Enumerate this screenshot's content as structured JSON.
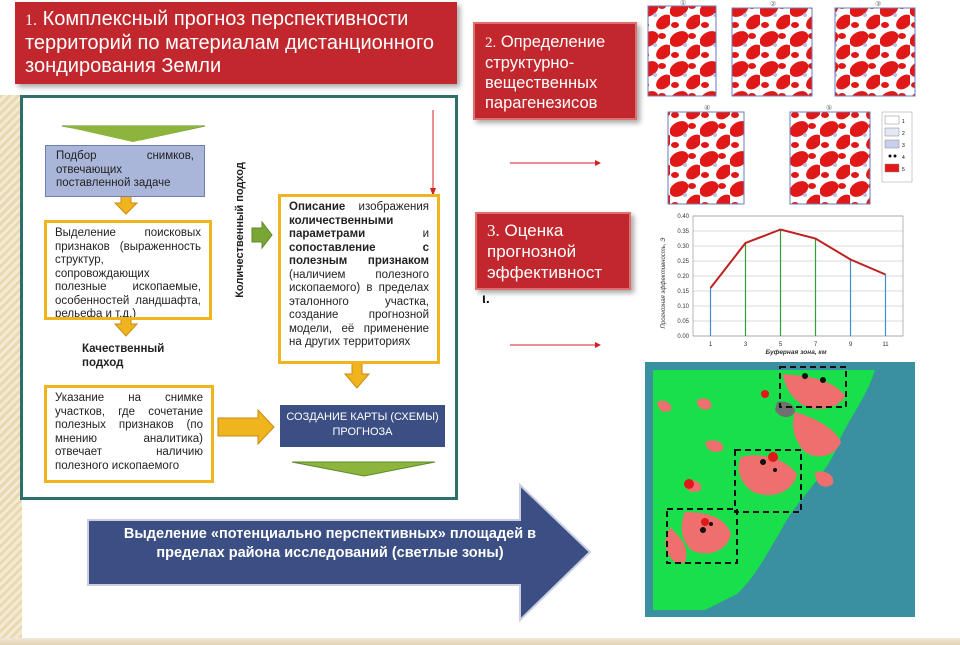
{
  "title_main": {
    "number": "1.",
    "text": "Комплексный прогноз перспективности территорий по материалам дистанционного зондирования Земли"
  },
  "title_structural": {
    "number": "2.",
    "text": "Определение структурно-вещественных парагенезисов"
  },
  "title_evaluation": {
    "number": "3.",
    "text": "Оценка прогнозной эффективност"
  },
  "title_evaluation_tail": "ι.",
  "flow": {
    "select_images": "Подбор снимков, отвечающих поставленной задаче",
    "search_features": "Выделение поисковых признаков (выраженность структур, сопровождающих полезные ископаемые, особенностей ландшафта, рельефа и т.д.)",
    "qualitative_label": "Качественный подход",
    "quantitative_label": "Количественный подход",
    "describe_bold1": "Описание",
    "describe_text1": " изображения ",
    "describe_bold2": "количественными параметрами",
    "describe_text2": " и ",
    "describe_bold3": "сопоставление с полезным признаком",
    "describe_text3": " (наличием полезного ископаемого) в пределах эталонного участка, создание прогнозной модели, её применение на других территориях",
    "indicate_areas": "Указание на снимке участков, где сочетание полезных признаков (по мнению аналитика) отвечает наличию полезного ископаемого",
    "create_map": "СОЗДАНИЕ КАРТЫ (СХЕМЫ) ПРОГНОЗА"
  },
  "bottom_arrow_text": "Выделение «потенциально перспективных» площадей в пределах района исследований (светлые зоны)",
  "chart_data": {
    "type": "line",
    "x": [
      1,
      3,
      5,
      7,
      9,
      11
    ],
    "values": [
      0.16,
      0.31,
      0.355,
      0.325,
      0.255,
      0.205
    ],
    "xlabel": "Буферная зона, км",
    "ylabel": "Прогнозная эффективность, Э",
    "yticks": [
      "0.00",
      "0.05",
      "0.10",
      "0.15",
      "0.20",
      "0.25",
      "0.30",
      "0.35",
      "0.40"
    ],
    "ylim": [
      0,
      0.4
    ],
    "grid": true,
    "line_color": "#c0201f",
    "stem_colors": [
      "#3a8fd0",
      "#2e9e3a",
      "#2e9e3a",
      "#2e9e3a",
      "#3a8fd0",
      "#3a8fd0"
    ]
  },
  "map_thumbs": {
    "numbers": [
      "①",
      "②",
      "③",
      "④",
      "⑤"
    ],
    "legend": [
      "1",
      "2",
      "3",
      "4",
      "5"
    ]
  },
  "colors": {
    "accent_red": "#c1272d",
    "panel_border": "#2f6f6a",
    "navy": "#3b4f85",
    "yellow": "#f0b41e",
    "green_arrow": "#7aa635"
  }
}
